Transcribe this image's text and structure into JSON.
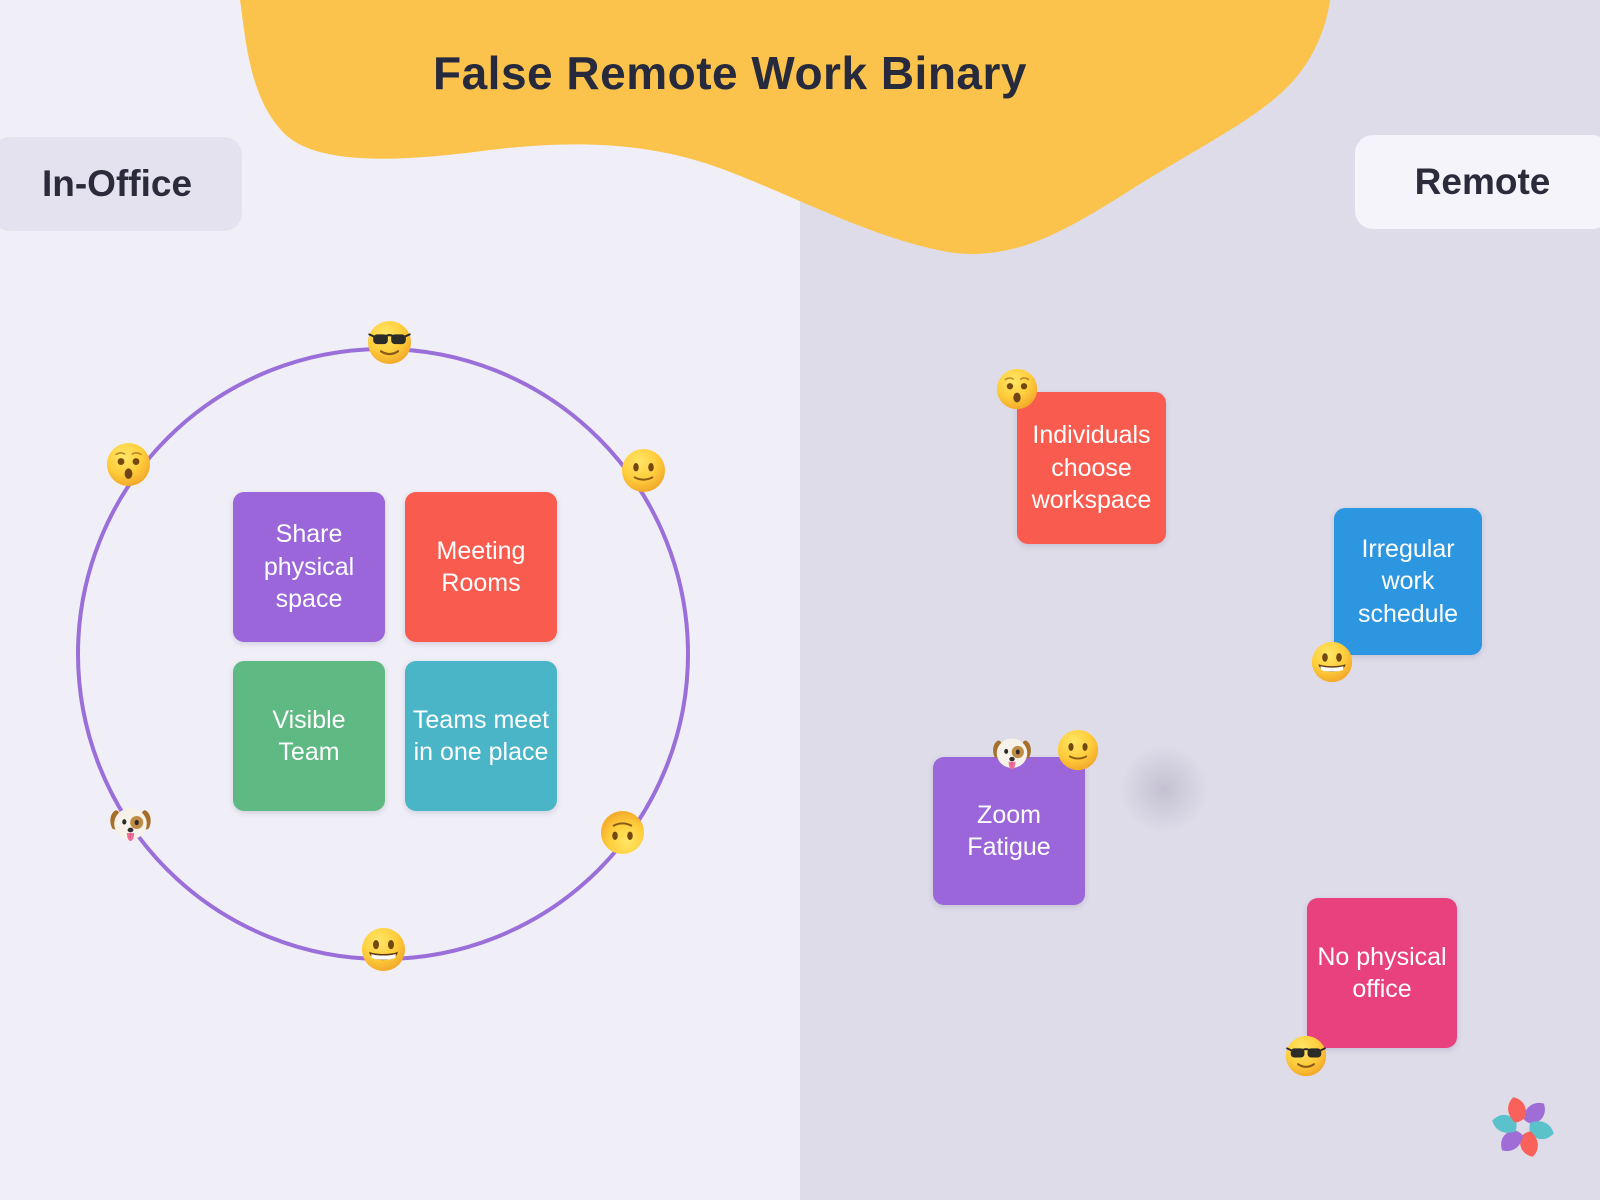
{
  "title": "False Remote Work Binary",
  "zones": {
    "in_office": {
      "label": "In-Office"
    },
    "remote": {
      "label": "Remote"
    }
  },
  "in_office": {
    "notes": [
      {
        "text": "Share physical space",
        "color": "#9A66D9"
      },
      {
        "text": "Meeting Rooms",
        "color": "#F95C4F"
      },
      {
        "text": "Visible Team",
        "color": "#5FB983"
      },
      {
        "text": "Teams meet in one place",
        "color": "#4BB5C8"
      }
    ],
    "circle_emojis": [
      {
        "name": "smiling-face-with-sunglasses",
        "position": "top"
      },
      {
        "name": "hushed-face",
        "position": "upper-left"
      },
      {
        "name": "slightly-smiling-face",
        "position": "upper-right"
      },
      {
        "name": "dog-face",
        "position": "lower-left"
      },
      {
        "name": "upside-down-face",
        "position": "lower-right"
      },
      {
        "name": "grinning-face",
        "position": "bottom"
      }
    ]
  },
  "remote": {
    "notes": [
      {
        "text": "Individuals choose workspace",
        "color": "#F95C4F",
        "emojis": [
          "hushed-face"
        ]
      },
      {
        "text": "Irregular work schedule",
        "color": "#2D96E1",
        "emojis": [
          "grinning-face"
        ]
      },
      {
        "text": "Zoom Fatigue",
        "color": "#9A66D9",
        "emojis": [
          "dog-face",
          "slightly-smiling-face"
        ]
      },
      {
        "text": "No physical office",
        "color": "#E8417D",
        "emojis": [
          "smiling-face-with-sunglasses"
        ]
      }
    ]
  },
  "colors": {
    "background_left": "#F0EFF7",
    "background_right": "#DEDCE9",
    "title_blob": "#FBC34B",
    "title_text": "#262A3C",
    "circle_stroke": "#9B6FD9",
    "chip_left_bg": "#E4E2EE",
    "chip_right_bg": "#F5F4FB"
  },
  "logo": {
    "name": "mural-logo",
    "colors": [
      "#F9625A",
      "#A06CD5",
      "#5BC2CC"
    ]
  }
}
